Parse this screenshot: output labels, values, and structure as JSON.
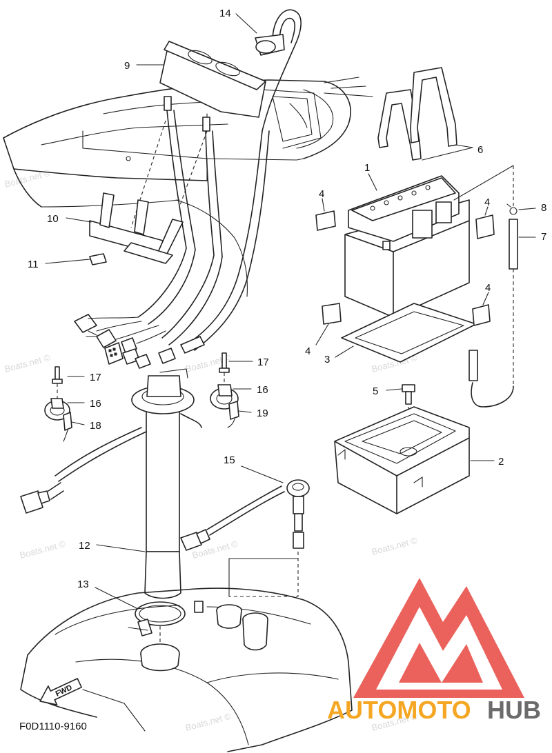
{
  "diagram": {
    "callouts": {
      "c1": "1",
      "c2": "2",
      "c3": "3",
      "c4a": "4",
      "c4b": "4",
      "c4c": "4",
      "c4d": "4",
      "c5": "5",
      "c6": "6",
      "c7": "7",
      "c8": "8",
      "c9": "9",
      "c10": "10",
      "c11": "11",
      "c12": "12",
      "c13": "13",
      "c14": "14",
      "c15": "15",
      "c16a": "16",
      "c16b": "16",
      "c17a": "17",
      "c17b": "17",
      "c18": "18",
      "c19": "19"
    },
    "diagram_code": "F0D1110-9160",
    "direction_label": "FWD",
    "watermark_text": "Boats.net ©",
    "brand": {
      "part1": "AUTOMOTO",
      "part2": "HUB",
      "color1": "#f5a623",
      "color2": "#6b6b6b",
      "logo_color": "#e8473f"
    }
  }
}
